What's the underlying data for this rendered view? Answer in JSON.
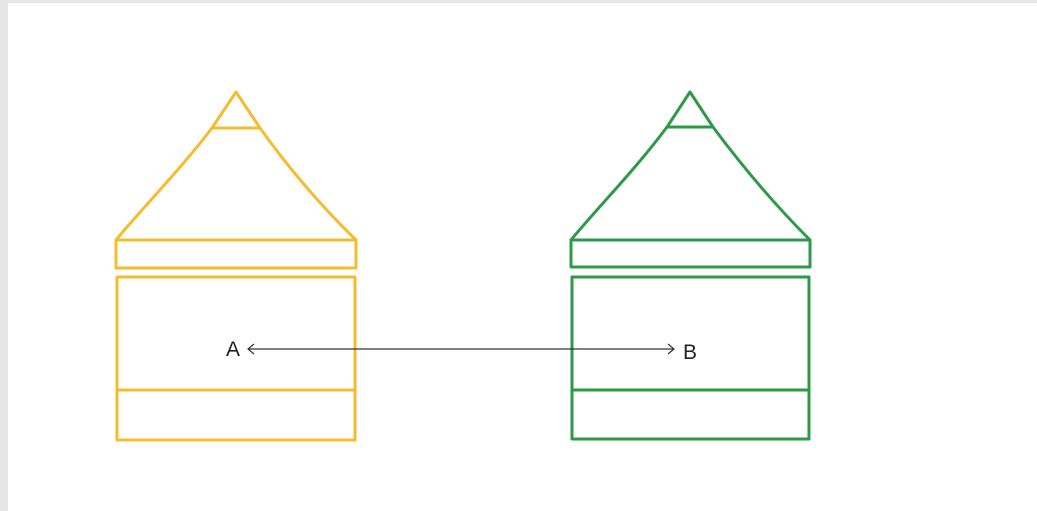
{
  "colors": {
    "left_building": "#f4bd2f",
    "right_building": "#2e9a48",
    "arrow": "#333333",
    "label": "#222222",
    "background": "#ffffff",
    "frame": "#e6e6e6"
  },
  "labels": {
    "point_a": "A",
    "point_b": "B"
  },
  "figure": {
    "description_shapes": [
      "left-tower",
      "right-tower",
      "double-arrow"
    ]
  }
}
